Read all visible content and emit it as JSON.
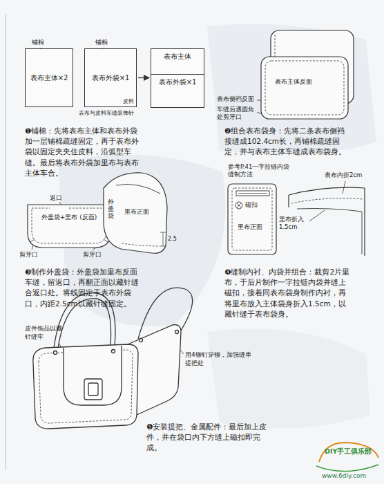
{
  "diagram": {
    "nodes": [
      {
        "text": [
          "表布主体×2"
        ]
      },
      {
        "text": [
          "表布外袋×1",
          "皮料"
        ]
      },
      {
        "text": [
          "表布主体"
        ]
      },
      {
        "text": [
          "表布外袋×1"
        ],
        "in": 2
      }
    ],
    "edges": [
      {
        "from": 1,
        "to": 2,
        "arrow": "to"
      }
    ],
    "labels": [
      "铺棉",
      "铺棉",
      "表布与皮料车缝装饰针",
      "❶铺棉：先将表布主体和表布外袋加一层铺棉疏缝固定，再于表布外袋以固定夹夹住皮料，沿弧型车缝。最后将表布外袋加里布与表布主体车合。",
      "表布主体反面",
      "表布侧裆反面",
      "车缝后遇圆角处剪牙口",
      "❷组合表布袋身：先将二条表布侧裆接缝成102.4cm长，再铺棉疏缝固定，并与表布主体车缝成表布袋身。",
      "返口",
      "外盖袋+里布 (反面)",
      "剪牙口",
      "剪牙口",
      "里布正面",
      "外盖袋",
      "2.5",
      "❸制作外盖袋：外盖袋加里布反面车缝，留返口，再翻正面以藏针缝合返口处。将线固定于表布外袋口，内距2.5cm以藏针缝固定。",
      "参考P.41一字拉链内袋缝制方法",
      "磁扣",
      "里布正面",
      "表布内折2cm",
      "里布折入 1.5cm",
      "❹缝制内衬、内袋并组合：裁剪2片里布，于后片制作一字拉链内袋并缝上磁扣，接着同表布袋身制作内衬，再将里布放入主体袋身折入1.5cm，以藏针缝于表布袋身。",
      "皮件饰品以藏针缝牢",
      "用4铆钉穿铆，加强缝串提把处",
      "❺安装提把、金属配件：最后加上皮件，并在袋口内下方缝上磁扣即完成。",
      "DIY手工俱乐部",
      "www.6diy.com"
    ]
  }
}
